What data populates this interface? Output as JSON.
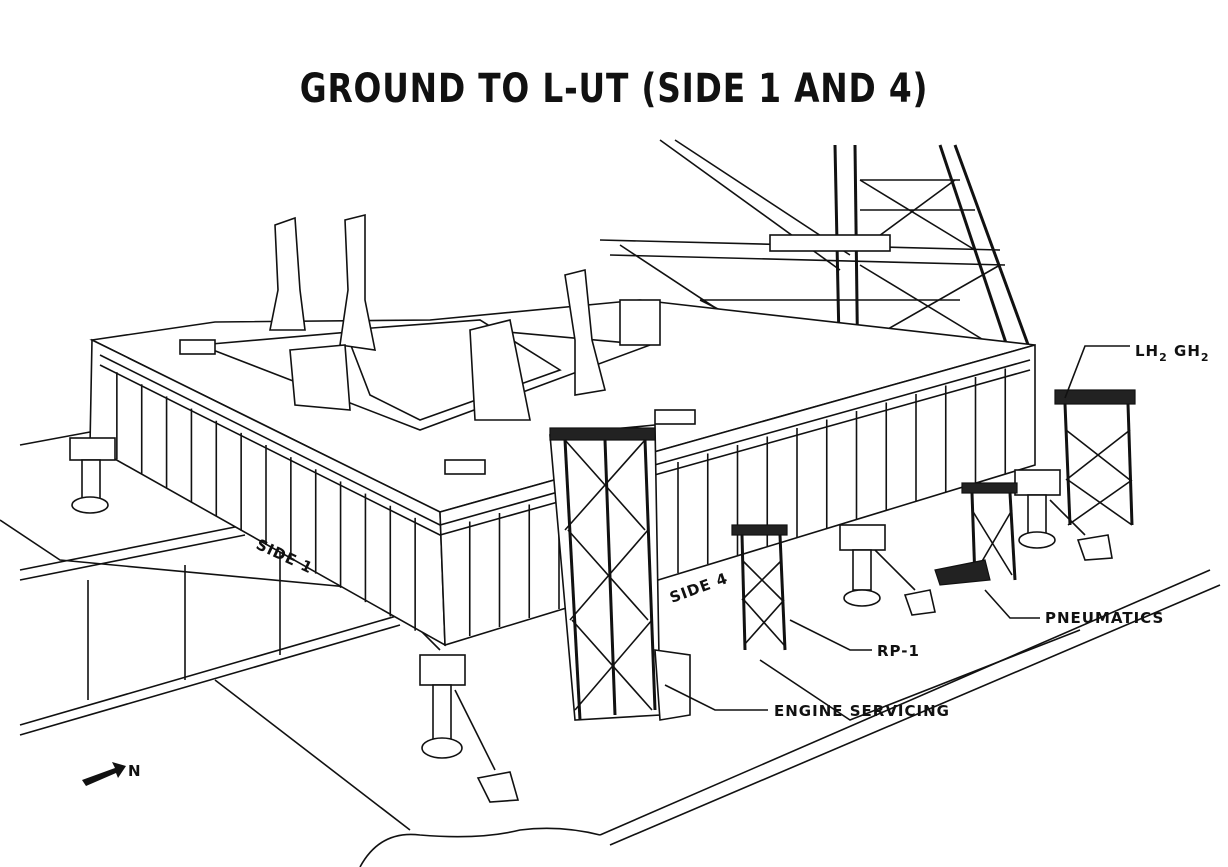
{
  "title": "GROUND TO L-UT (SIDE 1 AND 4)",
  "labels": {
    "lh2_gh2": {
      "main1": "LH",
      "sub1": "2",
      "main2": " GH",
      "sub2": "2"
    },
    "pneumatics": "PNEUMATICS",
    "rp1": "RP-1",
    "engine_servicing": "ENGINE SERVICING",
    "side1": "SIDE 1",
    "side4": "SIDE 4",
    "north": "N"
  },
  "colors": {
    "ink": "#111111",
    "paper": "#ffffff"
  }
}
